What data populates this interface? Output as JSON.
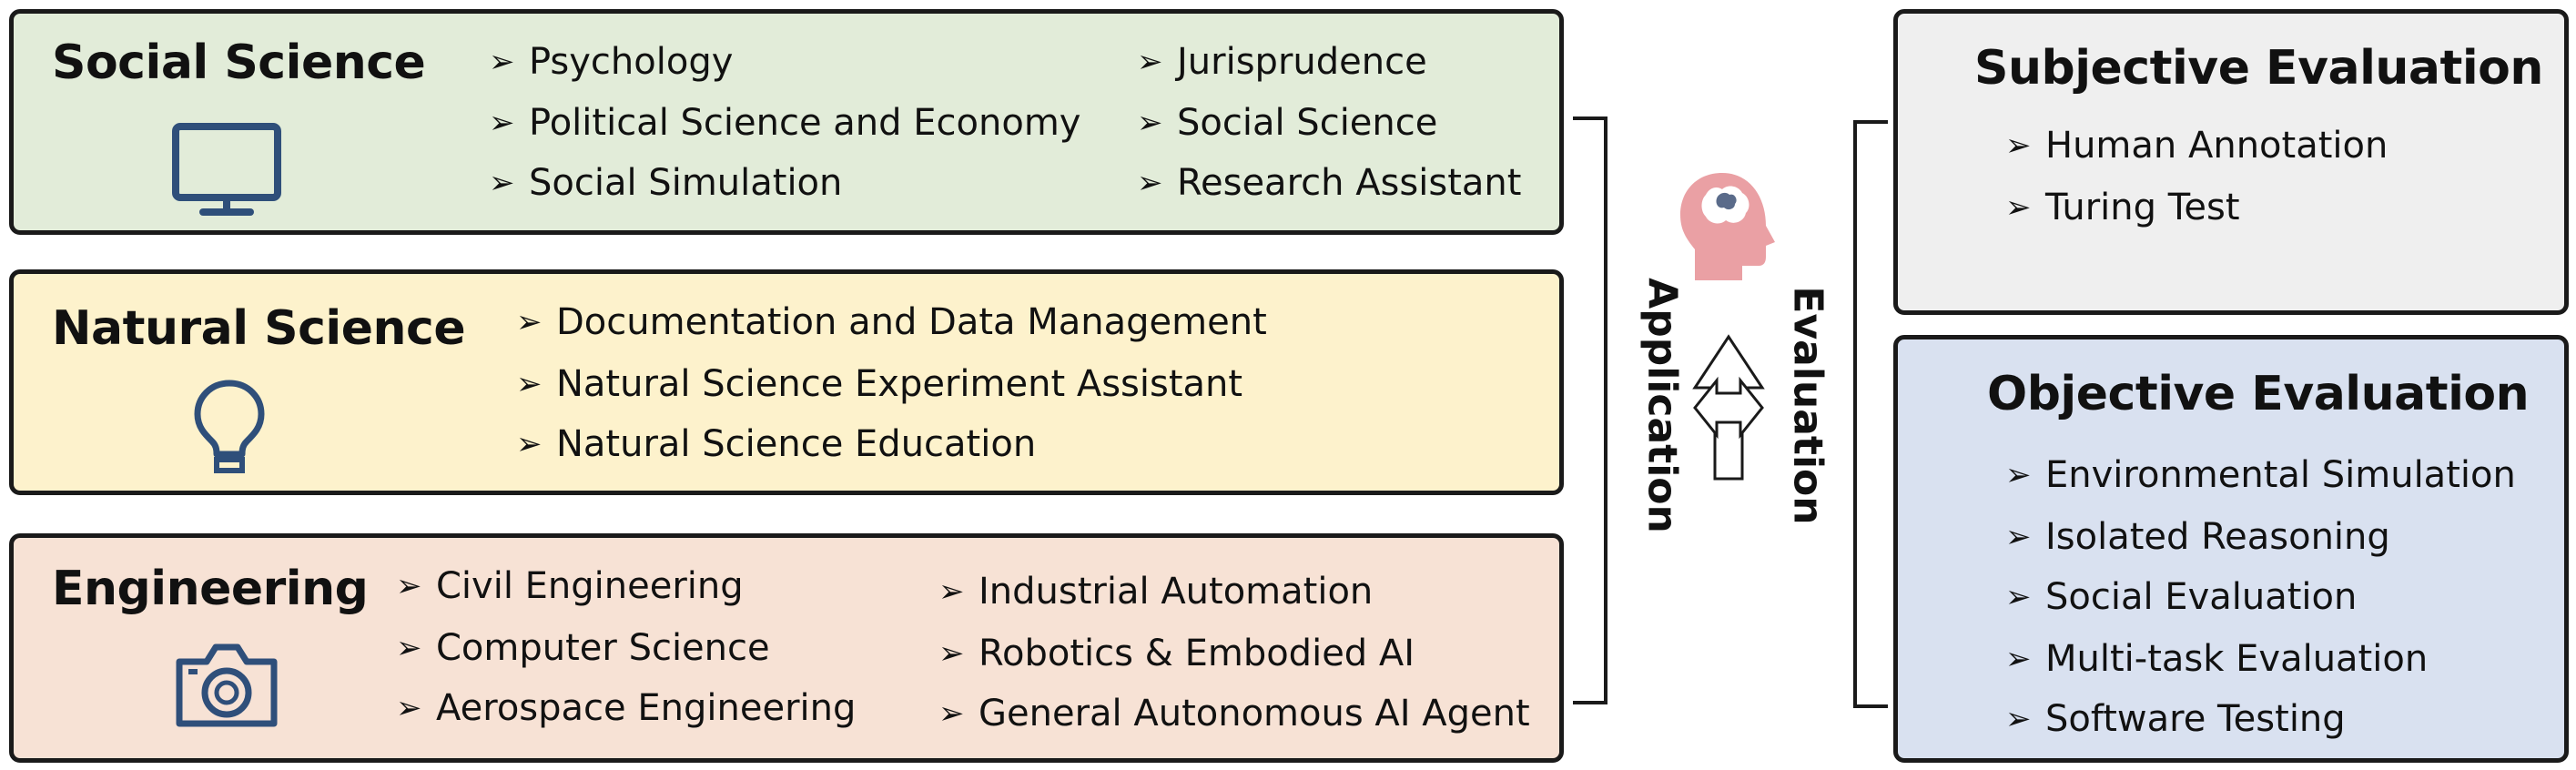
{
  "social": {
    "title": "Social Science",
    "icon": "monitor-icon",
    "items": [
      "Psychology",
      "Political Science and Economy",
      "Social Simulation",
      "Jurisprudence",
      "Social Science",
      "Research Assistant"
    ]
  },
  "natural": {
    "title": "Natural Science",
    "icon": "lightbulb-icon",
    "items": [
      "Documentation and Data Management",
      "Natural Science Experiment Assistant",
      "Natural Science Education"
    ]
  },
  "engineering": {
    "title": "Engineering",
    "icon": "camera-icon",
    "items": [
      "Civil Engineering",
      "Computer Science",
      "Aerospace Engineering",
      "Industrial Automation",
      "Robotics & Embodied AI",
      "General Autonomous AI Agent"
    ]
  },
  "center": {
    "application_label": "Application",
    "evaluation_label": "Evaluation",
    "icons": [
      "brain-head-icon",
      "double-arrow-icon"
    ]
  },
  "subjective": {
    "title": "Subjective Evaluation",
    "items": [
      "Human Annotation",
      "Turing Test"
    ]
  },
  "objective": {
    "title": "Objective Evaluation",
    "items": [
      "Environmental Simulation",
      "Isolated Reasoning",
      "Social Evaluation",
      "Multi-task Evaluation",
      "Software Testing"
    ]
  },
  "colors": {
    "social_bg": "#e2ecd9",
    "natural_bg": "#fdf2cc",
    "engineering_bg": "#f7e2d5",
    "subjective_bg": "#efefef",
    "objective_bg": "#d9e1f0",
    "icon_blue": "#2f4f7a",
    "brain_pink": "#eaa0a4"
  }
}
